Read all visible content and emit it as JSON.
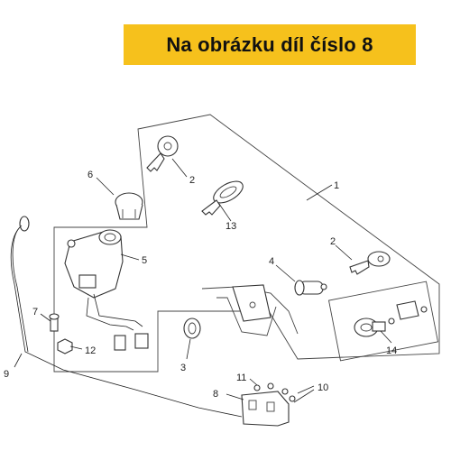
{
  "banner": {
    "text": "Na obrázku díl číslo 8",
    "color": "#f6c11c"
  },
  "labels": [
    "1",
    "2",
    "2",
    "3",
    "4",
    "5",
    "6",
    "7",
    "8",
    "9",
    "10",
    "11",
    "12",
    "13",
    "14"
  ]
}
